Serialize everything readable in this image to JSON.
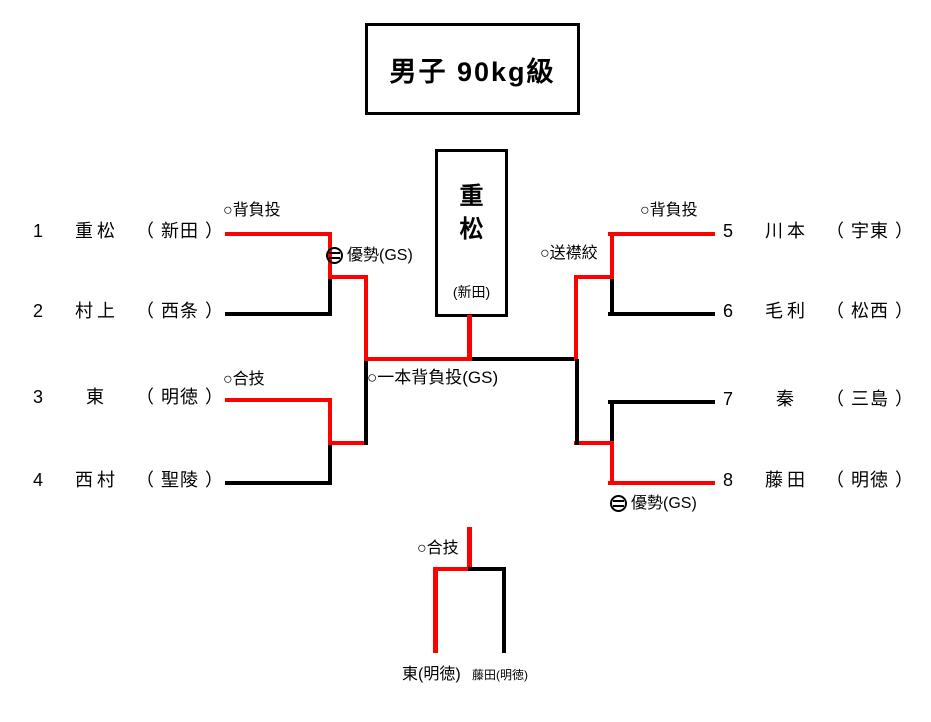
{
  "title": "男子 90kg級",
  "champion": {
    "name_line1": "重",
    "name_line2": "松",
    "team": "(新田)"
  },
  "players": [
    {
      "seed": "1",
      "name": "重松",
      "team": "（ 新田 ）"
    },
    {
      "seed": "2",
      "name": "村上",
      "team": "（ 西条 ）"
    },
    {
      "seed": "3",
      "name": "東",
      "team": "（ 明徳 ）"
    },
    {
      "seed": "4",
      "name": "西村",
      "team": "（ 聖陵 ）"
    },
    {
      "seed": "5",
      "name": "川本",
      "team": "（ 宇東 ）"
    },
    {
      "seed": "6",
      "name": "毛利",
      "team": "（ 松西 ）"
    },
    {
      "seed": "7",
      "name": "秦",
      "team": "（ 三島 ）"
    },
    {
      "seed": "8",
      "name": "藤田",
      "team": "（ 明徳 ）"
    }
  ],
  "annotations": {
    "qf12": "○背負投",
    "sf_left": "優勢(GS)",
    "qf34": "○合技",
    "final": "○一本背負投(GS)",
    "sf_right": "○送襟絞",
    "qf56": "○背負投",
    "qf78": "優勢(GS)",
    "third_place": "○合技"
  },
  "third_place_match": {
    "left_player": "東(明徳)",
    "right_player": "藤田(明徳)"
  },
  "colors": {
    "winner_path": "#ff0000",
    "line": "#000000"
  }
}
